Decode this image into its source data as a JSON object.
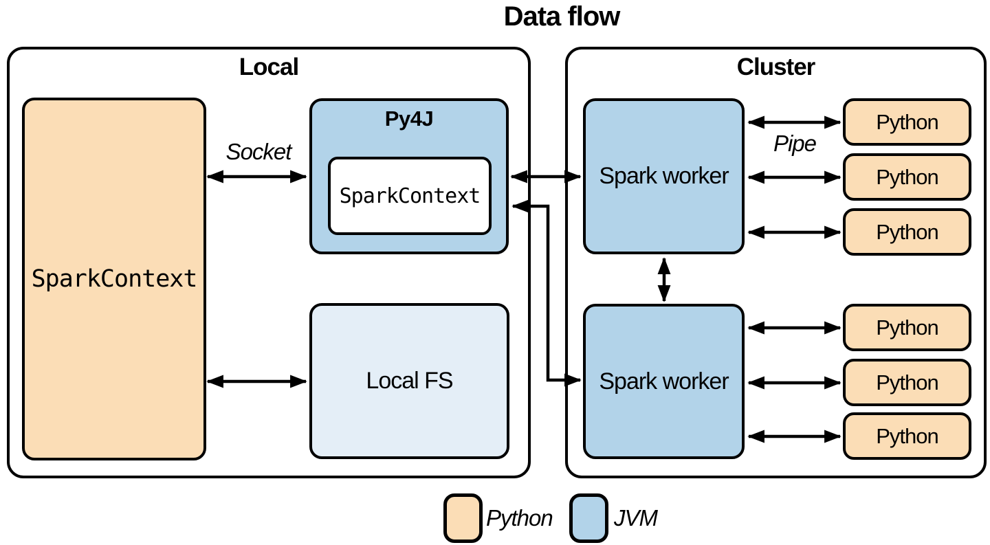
{
  "title": "Data flow",
  "colors": {
    "python_fill": "#fbddb6",
    "jvm_fill": "#b2d3e9",
    "local_fs_fill": "#e4eef7",
    "outline": "#000000",
    "background": "#ffffff"
  },
  "local": {
    "label": "Local",
    "spark_context_label": "SparkContext",
    "py4j": {
      "label": "Py4J",
      "inner_label": "SparkContext"
    },
    "local_fs_label": "Local FS",
    "socket_label": "Socket"
  },
  "cluster": {
    "label": "Cluster",
    "workers": [
      {
        "label": "Spark worker"
      },
      {
        "label": "Spark worker"
      }
    ],
    "pipe_label": "Pipe",
    "python_nodes": [
      "Python",
      "Python",
      "Python",
      "Python",
      "Python",
      "Python"
    ]
  },
  "legend": {
    "items": [
      {
        "swatch": "python",
        "label": "Python"
      },
      {
        "swatch": "jvm",
        "label": "JVM"
      }
    ]
  }
}
